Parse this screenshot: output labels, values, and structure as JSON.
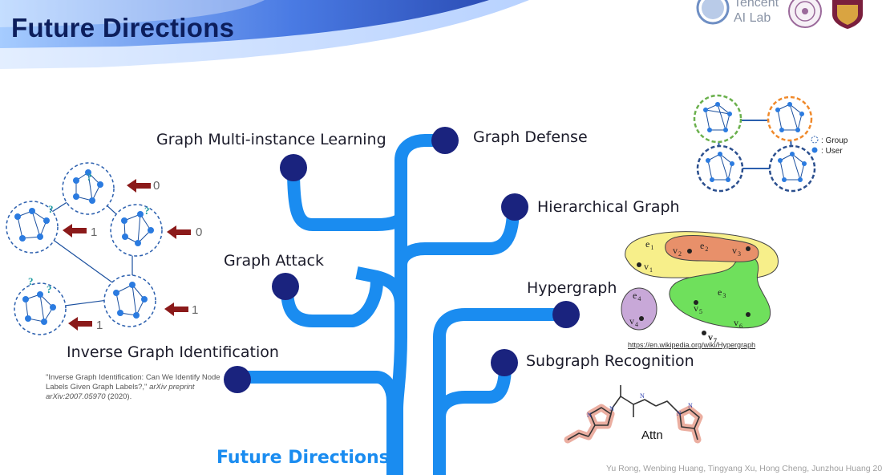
{
  "header": {
    "title": "Future Directions",
    "logo_text_line1": "Tencent",
    "logo_text_line2": "AI Lab"
  },
  "tree": {
    "center_label": "Future Directions",
    "branches": [
      {
        "label": "Graph Multi-instance Learning"
      },
      {
        "label": "Graph Defense"
      },
      {
        "label": "Hierarchical Graph"
      },
      {
        "label": "Graph Attack"
      },
      {
        "label": "Hypergraph"
      },
      {
        "label": "Inverse Graph Identification"
      },
      {
        "label": "Subgraph Recognition"
      }
    ],
    "colors": {
      "branch": "#1a8cf0",
      "node": "#1a237e"
    }
  },
  "inverse_graph_figure": {
    "labels": [
      "0",
      "1",
      "0",
      "1",
      "1"
    ],
    "question_mark": "?",
    "citation": {
      "text": "\"Inverse Graph Identification: Can We Identify Node Labels Given Graph Labels?,\"",
      "journal": "arXiv preprint arXiv:2007.05970",
      "year": "(2020)."
    }
  },
  "group_user_legend": {
    "group": ": Group",
    "user": ": User"
  },
  "hypergraph_figure": {
    "edges": [
      "e",
      "e",
      "e",
      "e"
    ],
    "edge_subscripts": [
      "1",
      "2",
      "3",
      "4"
    ],
    "vertices": [
      "v",
      "v",
      "v",
      "v",
      "v",
      "v",
      "v"
    ],
    "vertex_subscripts": [
      "1",
      "2",
      "3",
      "4",
      "5",
      "6",
      "7"
    ],
    "link": "https://en.wikipedia.org/wiki/Hypergraph"
  },
  "molecule_figure": {
    "attn_label": "Attn"
  },
  "footer": {
    "authors": "Yu Rong, Wenbing Huang, Tingyang Xu, Hong Cheng, Junzhou Huang 20"
  }
}
